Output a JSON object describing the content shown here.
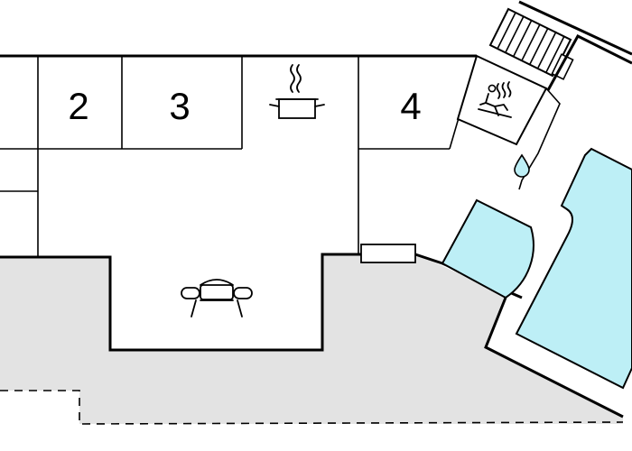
{
  "rooms": [
    {
      "label": "2"
    },
    {
      "label": "3"
    },
    {
      "label": "4"
    }
  ],
  "icons": [
    "cooking-pot-icon",
    "armchair-icon",
    "sauna-icon",
    "water-drop-icon",
    "staircase-icon",
    "window-icon"
  ],
  "colors": {
    "outdoor": "#e3e3e3",
    "pool": "#bdeff6",
    "wall": "#000000",
    "indoor": "#ffffff"
  }
}
